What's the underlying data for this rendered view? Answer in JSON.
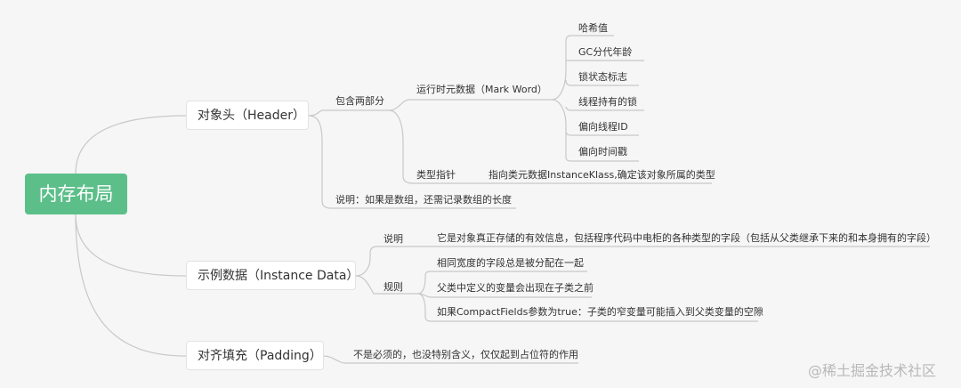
{
  "root": "内存布局",
  "header": {
    "label": "对象头（Header）",
    "contains": "包含两部分",
    "mark_word": {
      "label": "运行时元数据（Mark Word）",
      "items": [
        "哈希值",
        "GC分代年龄",
        "锁状态标志",
        "线程持有的锁",
        "偏向线程ID",
        "偏向时间戳"
      ]
    },
    "klass": {
      "label": "类型指针",
      "desc": "指向类元数据InstanceKlass,确定该对象所属的类型"
    },
    "note": "说明：如果是数组，还需记录数组的长度"
  },
  "instance": {
    "label": "示例数据（Instance Data）",
    "desc_label": "说明",
    "desc": "它是对象真正存储的有效信息，包括程序代码中电柜的各种类型的字段（包括从父类继承下来的和本身拥有的字段）",
    "rules_label": "规则",
    "rules": [
      "相同宽度的字段总是被分配在一起",
      "父类中定义的变量会出现在子类之前",
      "如果CompactFields参数为true：子类的窄变量可能插入到父类变量的空隙"
    ]
  },
  "padding": {
    "label": "对齐填充（Padding）",
    "desc": "不是必须的，也没特别含义，仅仅起到占位符的作用"
  },
  "watermark": "@稀土掘金技术社区"
}
